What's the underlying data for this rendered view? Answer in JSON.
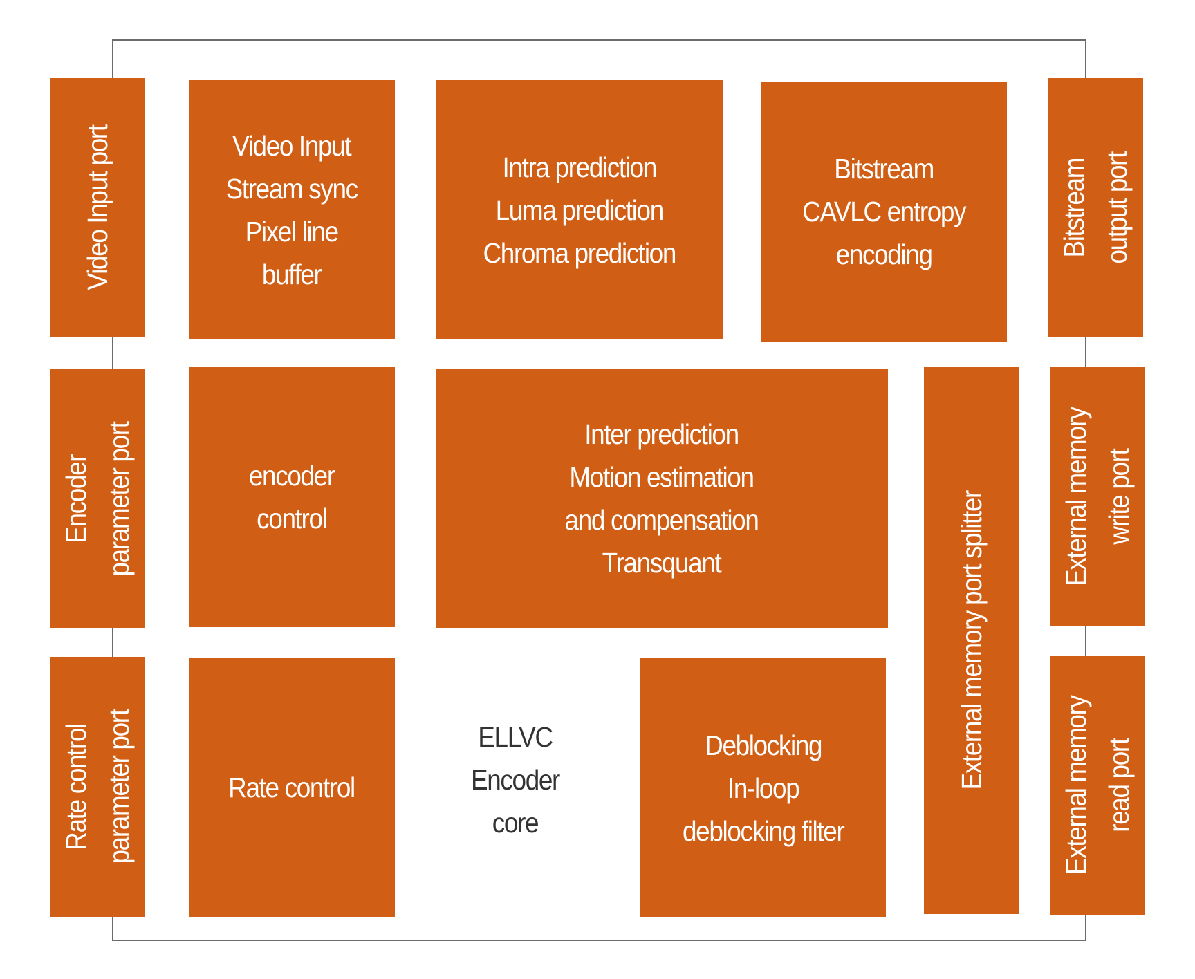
{
  "colors": {
    "block": "#d05e14",
    "frame": "#6b6b6b",
    "text_on_block": "#ffffff"
  },
  "ports": {
    "video_input": "Video Input port",
    "encoder_parameter": "Encoder\nparameter port",
    "rate_control_parameter": "Rate control\nparameter port",
    "bitstream_output": "Bitstream\noutput port",
    "ext_mem_write": "External memory\nwrite port",
    "ext_mem_read": "External memory\nread port"
  },
  "blocks": {
    "video_input": "Video Input\nStream sync\nPixel line\nbuffer",
    "intra": "Intra prediction\nLuma prediction\nChroma prediction",
    "bitstream": "Bitstream\nCAVLC entropy\nencoding",
    "encoder_control": "encoder\ncontrol",
    "inter": "Inter prediction\nMotion estimation\nand compensation\nTransquant",
    "rate_control": "Rate control",
    "deblocking": "Deblocking\nIn-loop\ndeblocking filter",
    "splitter": "External memory port splitter"
  },
  "core_label": "ELLVC\nEncoder\ncore"
}
